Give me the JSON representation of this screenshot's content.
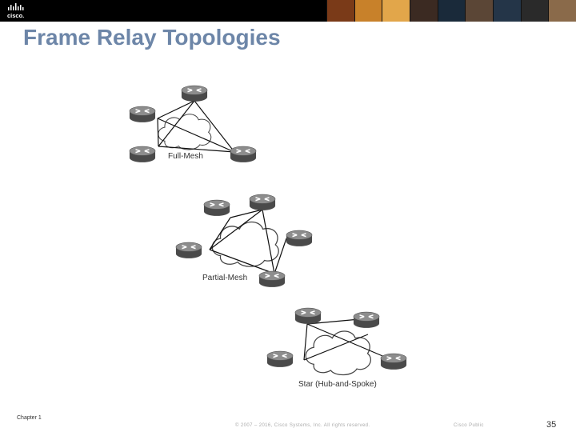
{
  "header": {
    "logo_text": "cisco.",
    "photo_colors": [
      "#7a3a18",
      "#c8812a",
      "#e2a64a",
      "#3b2a22",
      "#1a2a3a",
      "#5b4636",
      "#243548",
      "#2a2a2a",
      "#8a6a4a"
    ]
  },
  "slide": {
    "title": "Frame Relay Topologies"
  },
  "diagrams": {
    "full_mesh_label": "Full-Mesh",
    "partial_mesh_label": "Partial-Mesh",
    "star_label": "Star (Hub-and-Spoke)"
  },
  "footer": {
    "chapter": "Chapter 1",
    "copyright": "© 2007 – 2016, Cisco Systems, Inc. All rights reserved.",
    "classification": "Cisco Public",
    "page_number": "35"
  }
}
